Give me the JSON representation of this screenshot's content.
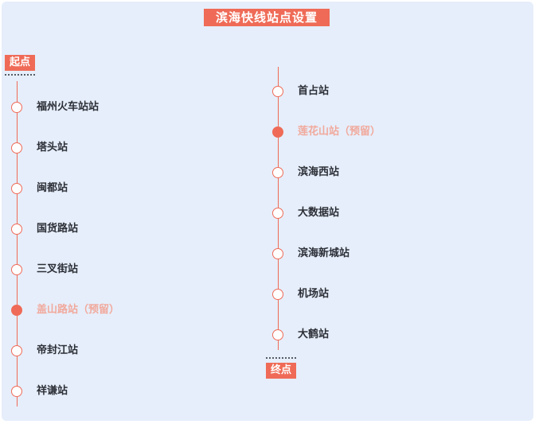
{
  "title": "滨海快线站点设置",
  "start_label": "起点",
  "end_label": "终点",
  "left_stations": [
    {
      "name": "福州火车站站",
      "reserved": false
    },
    {
      "name": "塔头站",
      "reserved": false
    },
    {
      "name": "闽都站",
      "reserved": false
    },
    {
      "name": "国货路站",
      "reserved": false
    },
    {
      "name": "三叉街站",
      "reserved": false
    },
    {
      "name": "盖山路站（预留）",
      "reserved": true
    },
    {
      "name": "帝封江站",
      "reserved": false
    },
    {
      "name": "祥谦站",
      "reserved": false
    }
  ],
  "right_stations": [
    {
      "name": "首占站",
      "reserved": false
    },
    {
      "name": "莲花山站（预留）",
      "reserved": true
    },
    {
      "name": "滨海西站",
      "reserved": false
    },
    {
      "name": "大数据站",
      "reserved": false
    },
    {
      "name": "滨海新城站",
      "reserved": false
    },
    {
      "name": "机场站",
      "reserved": false
    },
    {
      "name": "大鹤站",
      "reserved": false
    }
  ],
  "colors": {
    "accent": "#ef6b57",
    "reserved_text": "#f1a99c",
    "background": "#e6eefb",
    "text": "#2c2f36"
  }
}
